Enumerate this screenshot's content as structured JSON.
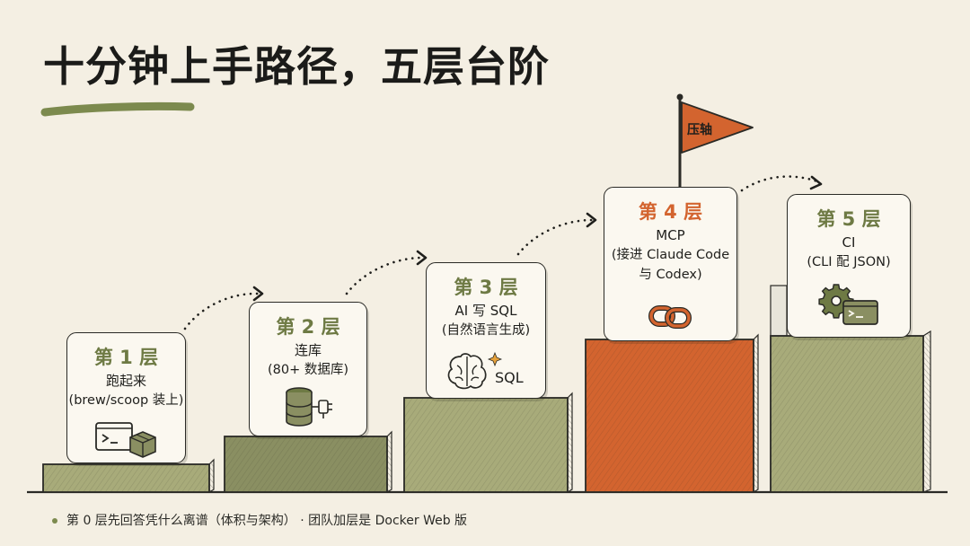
{
  "title": "十分钟上手路径，五层台阶",
  "flag_label": "压轴",
  "steps": [
    {
      "level": "第 1 层",
      "title": "跑起来",
      "subtitle": "(brew/scoop 装上)",
      "icon": "terminal-package-icon"
    },
    {
      "level": "第 2 层",
      "title": "连库",
      "subtitle": "(80+ 数据库)",
      "icon": "database-plug-icon"
    },
    {
      "level": "第 3 层",
      "title": "AI 写 SQL",
      "subtitle": "(自然语言生成)",
      "icon": "brain-sql-icon",
      "icon_text": "SQL"
    },
    {
      "level": "第 4 层",
      "title": "MCP",
      "subtitle": "(接进 Claude Code",
      "subtitle2": "与 Codex)",
      "icon": "chain-link-icon",
      "highlight": true
    },
    {
      "level": "第 5 层",
      "title": "CI",
      "subtitle": "(CLI 配 JSON)",
      "icon": "gear-terminal-icon"
    }
  ],
  "footnote": "第 0 层先回答凭什么离谱（体积与架构） · 团队加层是 Docker Web 版",
  "colors": {
    "background": "#f4efe3",
    "olive_step": "#a8ab7a",
    "orange_highlight": "#d3642f",
    "olive_text": "#6e7a44"
  }
}
